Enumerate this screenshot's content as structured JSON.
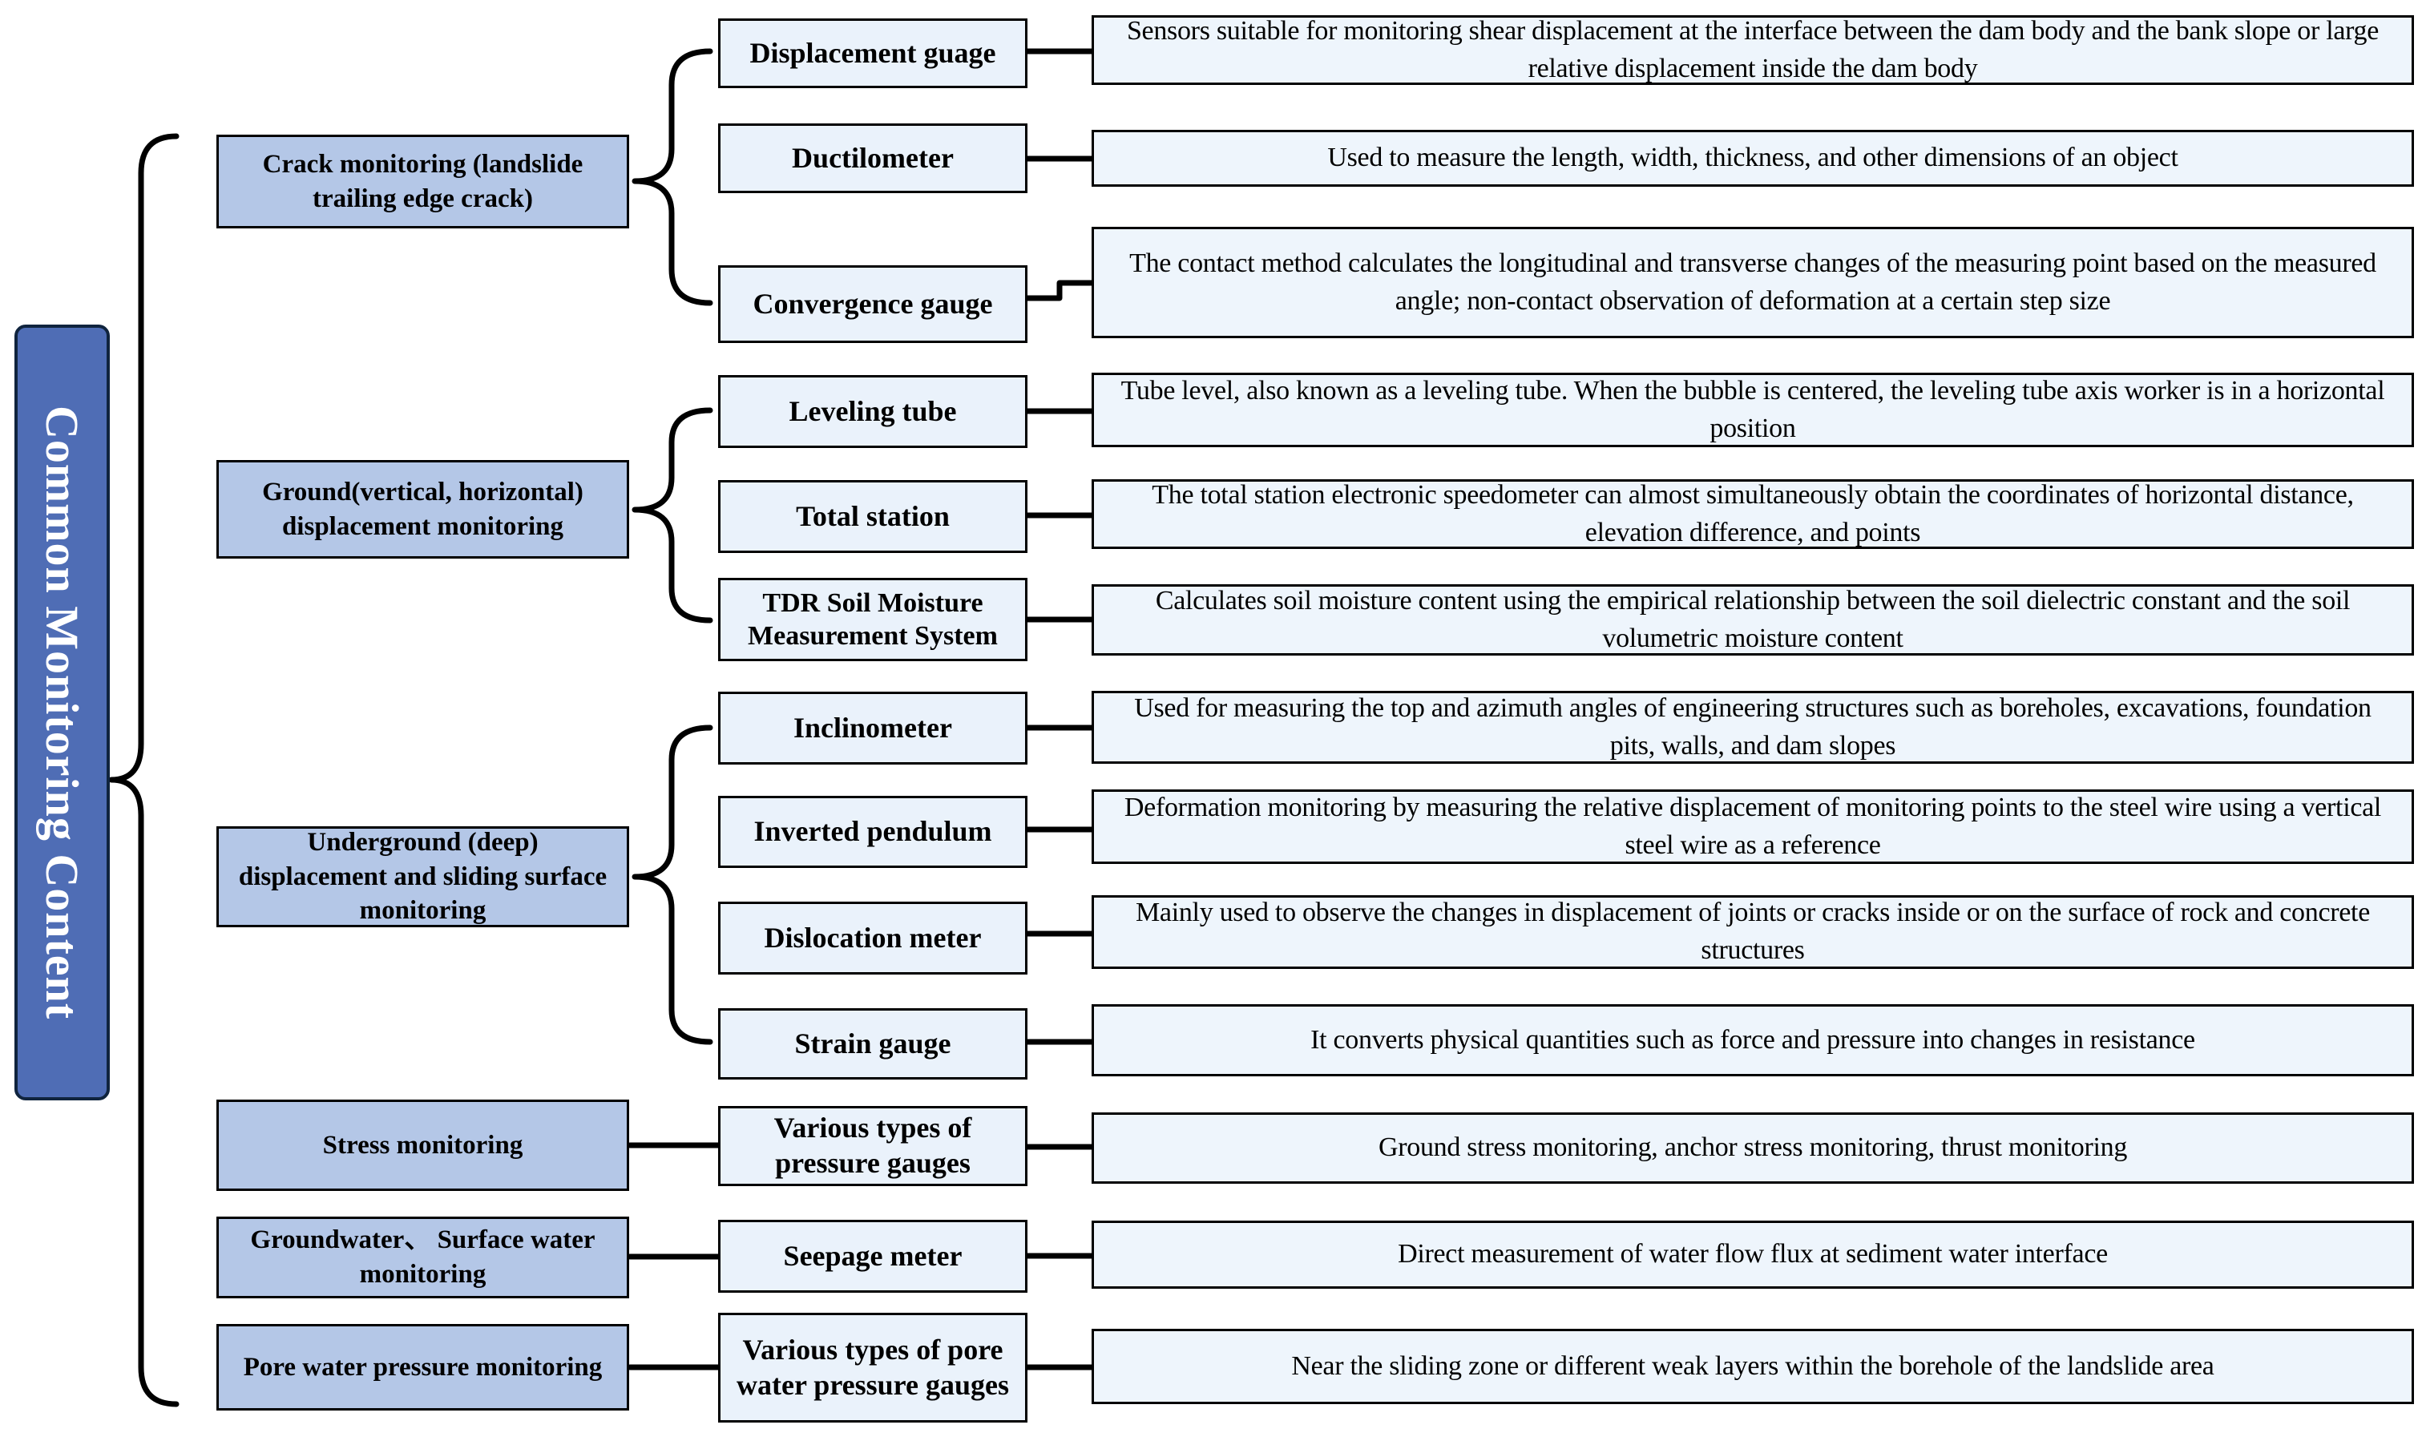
{
  "diagram_title": "Common Monitoring Content",
  "colors": {
    "root_fill": "#4f6db5",
    "category_fill": "#b4c7e7",
    "instrument_fill": "#eaf2fb",
    "description_fill": "#eef5fc",
    "connector": "#000000"
  },
  "categories": [
    {
      "label": "Crack monitoring (landslide trailing edge crack)",
      "items": [
        {
          "instrument": "Displacement guage",
          "description": "Sensors suitable for monitoring shear displacement at the interface between the dam body and the bank slope or large relative displacement inside the dam body"
        },
        {
          "instrument": "Ductilometer",
          "description": "Used to measure the length, width, thickness, and other dimensions of an object"
        },
        {
          "instrument": "Convergence gauge",
          "description": "The contact method calculates the longitudinal and transverse changes of the measuring point based on the measured angle; non-contact observation of deformation at a certain step size"
        }
      ]
    },
    {
      "label": "Ground(vertical, horizontal) displacement monitoring",
      "items": [
        {
          "instrument": "Leveling tube",
          "description": "Tube level, also known as a leveling tube. When the bubble is centered, the leveling tube axis worker is in a horizontal position"
        },
        {
          "instrument": "Total station",
          "description": "The total station electronic speedometer can almost simultaneously obtain the coordinates of horizontal distance, elevation difference, and points"
        },
        {
          "instrument": "TDR Soil Moisture Measurement System",
          "description": "Calculates soil moisture content using the empirical relationship between the soil dielectric constant and the soil volumetric moisture content"
        }
      ]
    },
    {
      "label": "Underground (deep) displacement and sliding surface monitoring",
      "items": [
        {
          "instrument": "Inclinometer",
          "description": "Used for measuring the top and azimuth angles of engineering structures such as boreholes, excavations, foundation pits, walls, and dam slopes"
        },
        {
          "instrument": "Inverted pendulum",
          "description": "Deformation monitoring by measuring the relative displacement of monitoring points to the steel wire using a vertical steel wire as a reference"
        },
        {
          "instrument": "Dislocation meter",
          "description": "Mainly used to observe the changes in displacement of joints or cracks inside or on the surface of rock and concrete structures"
        },
        {
          "instrument": "Strain gauge",
          "description": "It converts physical quantities such as force and pressure into changes in resistance"
        }
      ]
    },
    {
      "label": "Stress monitoring",
      "items": [
        {
          "instrument": "Various types of pressure gauges",
          "description": "Ground stress monitoring, anchor stress monitoring, thrust monitoring"
        }
      ]
    },
    {
      "label": "Groundwater、 Surface water monitoring",
      "items": [
        {
          "instrument": "Seepage meter",
          "description": "Direct measurement of water flow flux at sediment water interface"
        }
      ]
    },
    {
      "label": "Pore water pressure monitoring",
      "items": [
        {
          "instrument": "Various types of pore water pressure gauges",
          "description": "Near the sliding zone or different weak layers within the borehole of the landslide area"
        }
      ]
    }
  ]
}
